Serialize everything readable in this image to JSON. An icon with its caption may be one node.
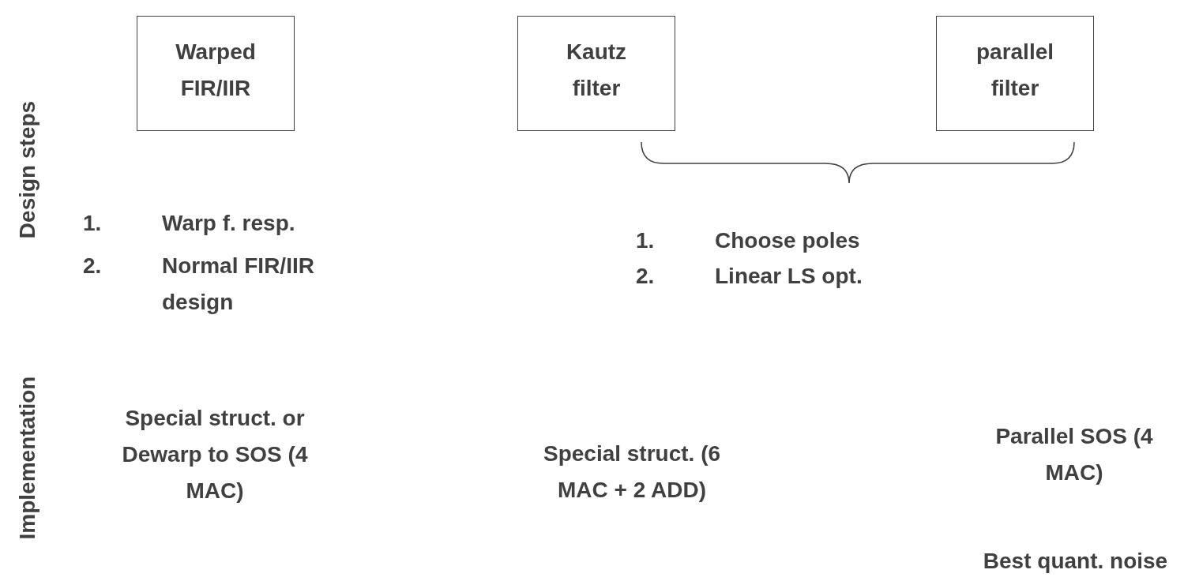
{
  "diagram": {
    "nodes": [
      {
        "text": [
          "Warped FIR/IIR"
        ]
      },
      {
        "text": [
          "Kautz filter"
        ]
      },
      {
        "text": [
          "parallel filter"
        ]
      }
    ],
    "labels": [
      "Design steps",
      "Implementation",
      "1.",
      "Warp f. resp.",
      "2.",
      "Normal FIR/IIR design",
      "1.",
      "Choose poles",
      "2.",
      "Linear LS opt.",
      "Special struct. or Dewarp to SOS (4 MAC)",
      "Special struct. (6 MAC + 2 ADD)",
      "Parallel SOS (4 MAC)",
      "Best quant. noise"
    ]
  }
}
